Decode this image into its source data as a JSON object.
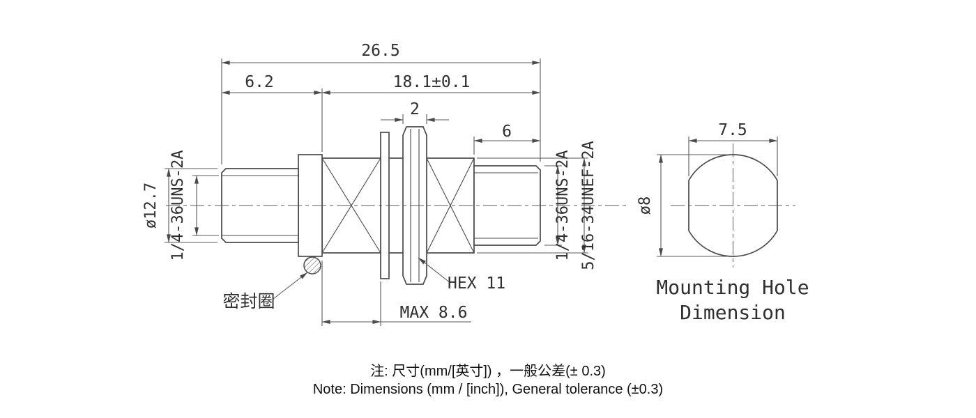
{
  "colors": {
    "line": "#4a4a4a",
    "dimension": "#5a5a5a",
    "text": "#2f2f2f",
    "background": "#ffffff"
  },
  "connector_view": {
    "dim_overall": "26.5",
    "dim_left_section": "6.2",
    "dim_mid_section": "18.1±0.1",
    "dim_nut_thickness": "2",
    "dim_right_section": "6",
    "dim_left_diameter": "ø12.7",
    "left_thread": "1/4-36UNS-2A",
    "right_thread": "1/4-36UNS-2A",
    "bulkhead_thread": "5/16-34UNEF-2A",
    "hex_label": "HEX 11",
    "max_panel_label": "MAX 8.6",
    "seal_ring_label": "密封圈"
  },
  "mounting_hole_view": {
    "dim_width": "7.5",
    "dim_diameter": "ø8",
    "title_line1": "Mounting Hole",
    "title_line2": "Dimension"
  },
  "notes": {
    "line1_cn": "注: 尺寸(mm/[英寸]) ，一般公差(± 0.3)",
    "line2_en": "Note: Dimensions (mm / [inch]), General tolerance (±0.3)"
  }
}
